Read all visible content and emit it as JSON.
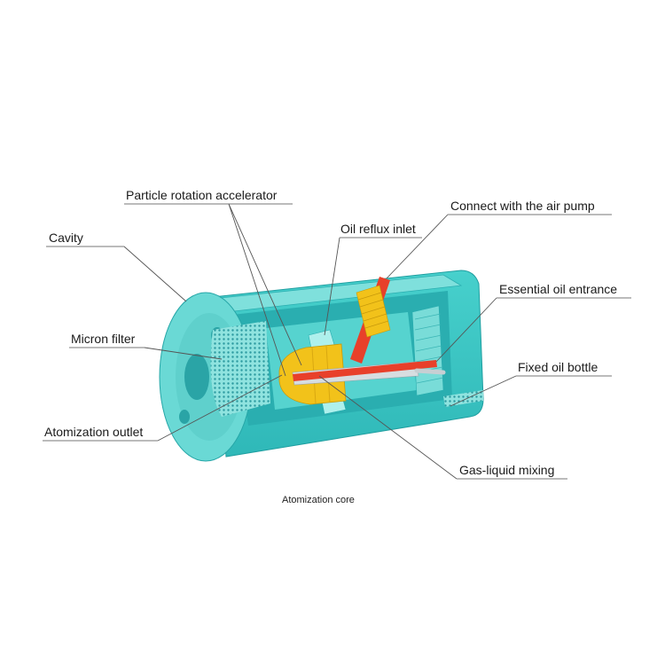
{
  "labels": {
    "particle_rotation_accelerator": "Particle rotation accelerator",
    "connect_air_pump": "Connect with the air pump",
    "oil_reflux_inlet": "Oil reflux inlet",
    "cavity": "Cavity",
    "essential_oil_entrance": "Essential oil entrance",
    "micron_filter": "Micron filter",
    "fixed_oil_bottle": "Fixed oil bottle",
    "atomization_outlet": "Atomization outlet",
    "gas_liquid_mixing": "Gas-liquid mixing"
  },
  "caption": "Atomization core",
  "colors": {
    "body_face": "#3ec9c6",
    "body_front": "#5fd9d5",
    "body_inner": "#2aaeb0",
    "thread": "#8fe3df",
    "nozzle": "#f2c21a",
    "red_tube": "#e8402a",
    "metal": "#d7dde0"
  }
}
